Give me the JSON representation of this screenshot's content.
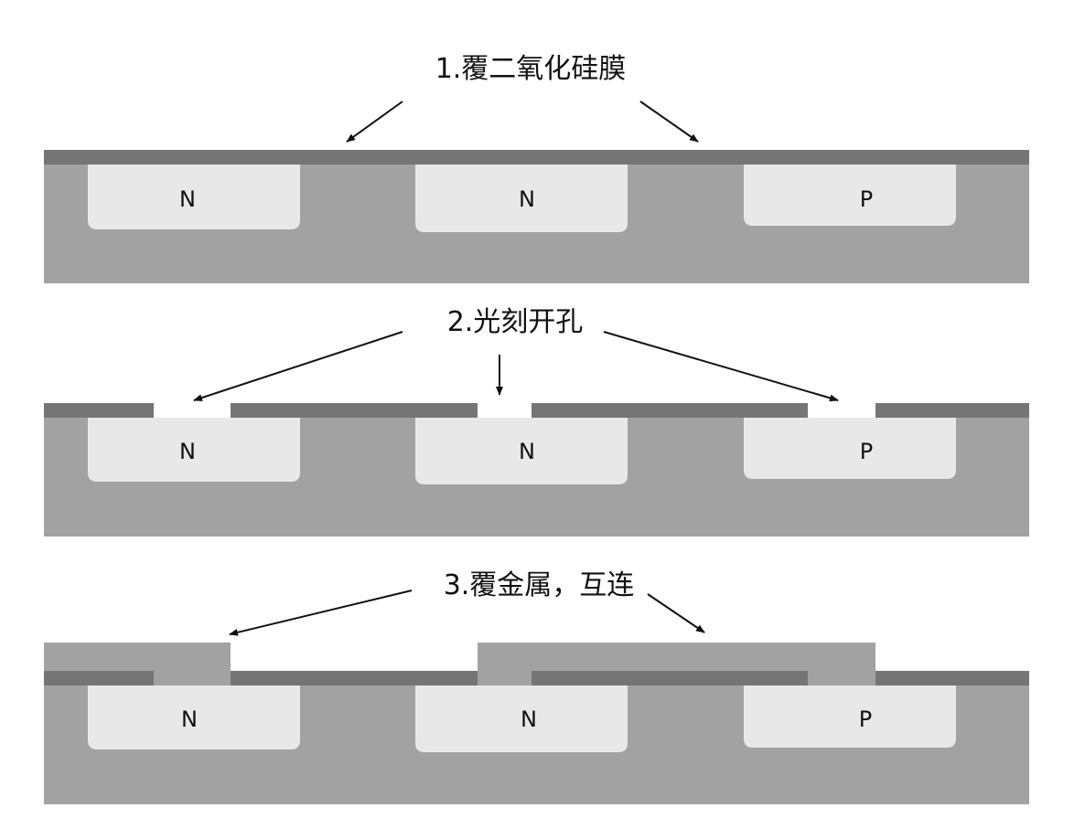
{
  "steps": [
    {
      "label": "1.覆二氧化硅膜",
      "regions": [
        {
          "label": "N"
        },
        {
          "label": "N"
        },
        {
          "label": "P"
        }
      ]
    },
    {
      "label": "2.光刻开孔",
      "regions": [
        {
          "label": "N"
        },
        {
          "label": "N"
        },
        {
          "label": "P"
        }
      ]
    },
    {
      "label": "3.覆金属，互连",
      "regions": [
        {
          "label": "N"
        },
        {
          "label": "N"
        },
        {
          "label": "P"
        }
      ]
    }
  ],
  "colors": {
    "substrate": "#a3a2a2",
    "oxide": "#767575",
    "doped_region": "#e8e8e8",
    "metal": "#a3a2a2",
    "text": "#111111"
  }
}
